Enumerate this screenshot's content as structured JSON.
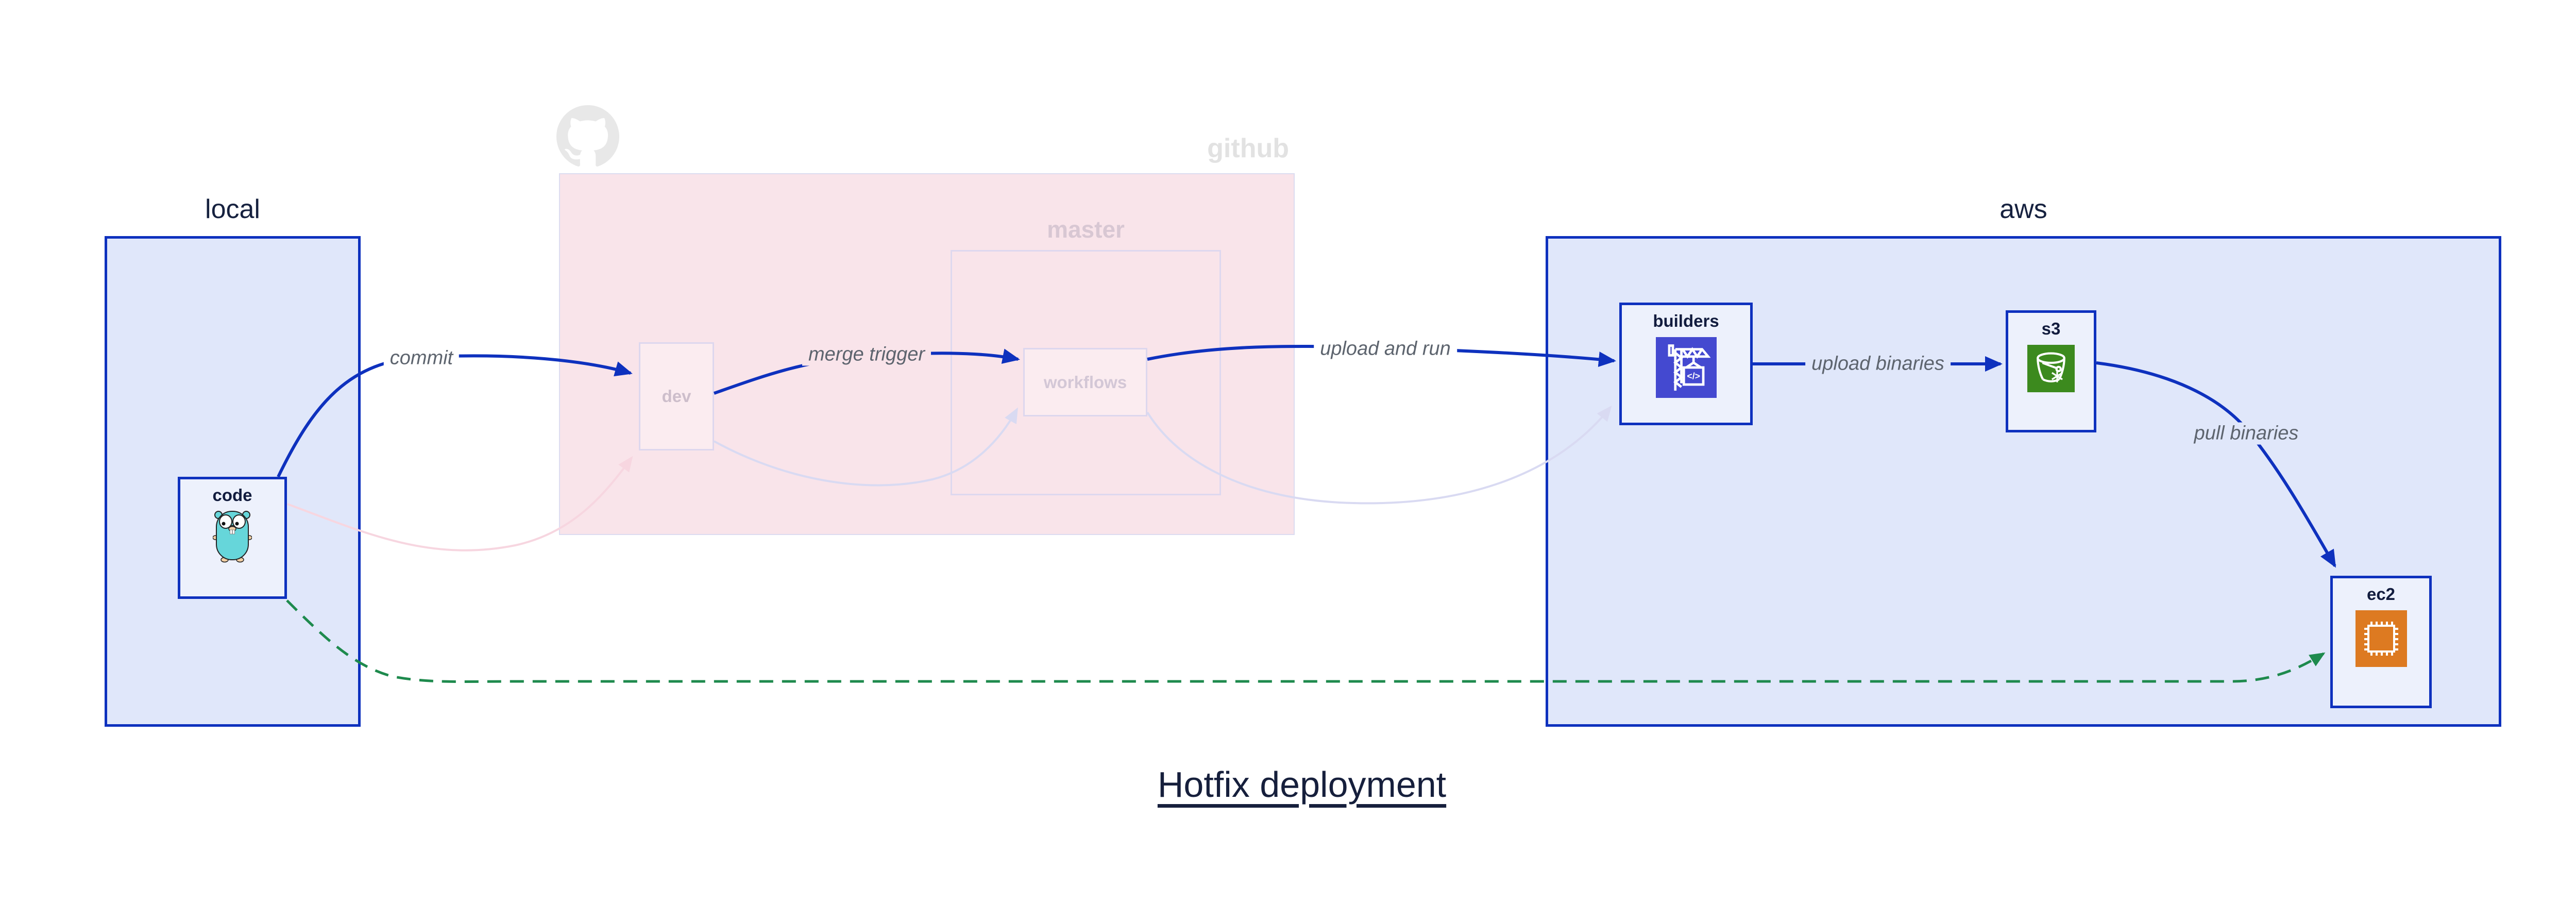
{
  "title": {
    "text": "Hotfix deployment"
  },
  "groups": {
    "local": {
      "label": "local"
    },
    "github": {
      "label": "github",
      "icon": "octocat-icon"
    },
    "master": {
      "label": "master"
    },
    "aws": {
      "label": "aws"
    }
  },
  "nodes": {
    "code": {
      "label": "code",
      "icon": "go-gopher-icon"
    },
    "dev": {
      "label": "dev"
    },
    "workflows": {
      "label": "workflows"
    },
    "builders": {
      "label": "builders",
      "icon": "crane-codebuild-icon"
    },
    "s3": {
      "label": "s3",
      "icon": "s3-glacier-bucket-icon"
    },
    "ec2": {
      "label": "ec2",
      "icon": "ec2-chip-icon"
    }
  },
  "edges": [
    {
      "from": "code",
      "to": "dev",
      "label": "commit",
      "style": "solid-blue"
    },
    {
      "from": "dev",
      "to": "workflows",
      "label": "merge trigger",
      "style": "solid-blue"
    },
    {
      "from": "workflows",
      "to": "builders",
      "label": "upload and run",
      "style": "solid-blue"
    },
    {
      "from": "builders",
      "to": "s3",
      "label": "upload binaries",
      "style": "solid-blue"
    },
    {
      "from": "s3",
      "to": "ec2",
      "label": "pull binaries",
      "style": "solid-blue"
    },
    {
      "from": "code",
      "to": "ec2",
      "label": "",
      "style": "dashed-green"
    },
    {
      "from": "code",
      "to": "dev",
      "label": "",
      "style": "faded-pink"
    },
    {
      "from": "dev",
      "to": "workflows",
      "label": "",
      "style": "faded-lavender"
    },
    {
      "from": "workflows",
      "to": "builders",
      "label": "",
      "style": "faded-lavender"
    }
  ],
  "colors": {
    "primary_blue": "#0e31be",
    "container_fill": "#e0e7fa",
    "node_fill": "#edf1fc",
    "github_pink_fill": "#f9e4ea",
    "faded_node_border": "#ddd7ee",
    "green_dashed": "#1e8a4d",
    "faded_pink_edge": "#f7d6e0",
    "faded_lavender_edge": "#d9daf2",
    "edge_label_gray": "#5d646e",
    "title_navy": "#161f3c",
    "github_label_gray": "#e2e2e2",
    "master_label_gray": "#d8c7d3",
    "builders_icon_bg": "#4449d0",
    "s3_icon_bg": "#3c8a1e",
    "ec2_icon_bg": "#dd7a21",
    "gopher_teal": "#66d6da"
  }
}
